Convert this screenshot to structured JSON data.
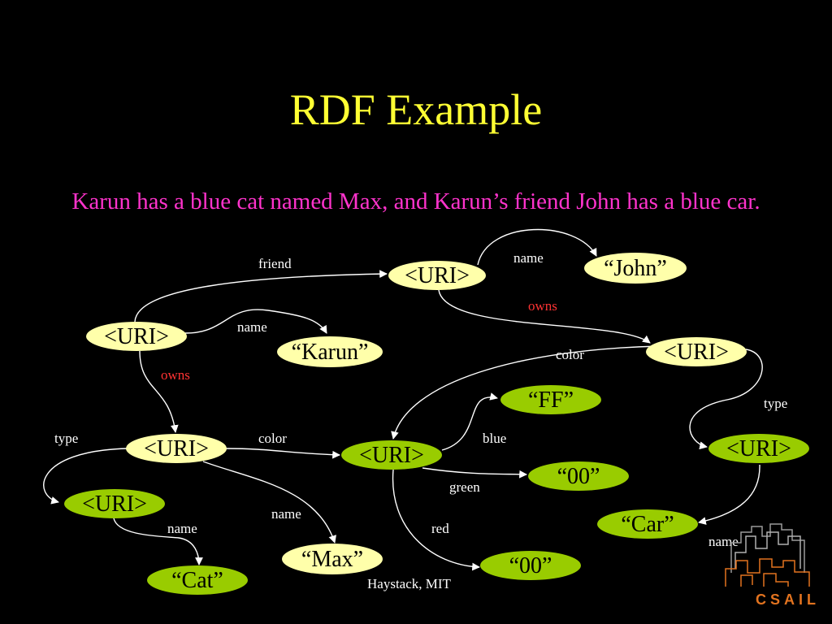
{
  "slide": {
    "title": "RDF Example",
    "subtitle": "Karun has a blue cat named Max, and Karun’s friend John has a blue car.",
    "footer": "Haystack, MIT",
    "logo_text": "CSAIL"
  },
  "colors": {
    "background": "#000000",
    "title": "#ffff33",
    "subtitle": "#ff33cc",
    "resource_node": "#ffffaa",
    "literal_node": "#99cc00",
    "edge": "#ffffff",
    "owns_label": "#ff3333",
    "logo": "#e2731f"
  },
  "nodes": [
    {
      "id": "karun",
      "label": "<URI>",
      "kind": "resource"
    },
    {
      "id": "john",
      "label": "<URI>",
      "kind": "resource"
    },
    {
      "id": "john_name",
      "label": "“John”",
      "kind": "resource"
    },
    {
      "id": "karun_name",
      "label": "“Karun”",
      "kind": "resource"
    },
    {
      "id": "car",
      "label": "<URI>",
      "kind": "resource"
    },
    {
      "id": "cat",
      "label": "<URI>",
      "kind": "resource"
    },
    {
      "id": "blue",
      "label": "<URI>",
      "kind": "literal"
    },
    {
      "id": "blue_ff",
      "label": "“FF”",
      "kind": "literal"
    },
    {
      "id": "blue_green",
      "label": "“00”",
      "kind": "literal"
    },
    {
      "id": "blue_red",
      "label": "“00”",
      "kind": "literal"
    },
    {
      "id": "car_type",
      "label": "<URI>",
      "kind": "literal"
    },
    {
      "id": "car_name",
      "label": "“Car”",
      "kind": "literal"
    },
    {
      "id": "cat_type",
      "label": "<URI>",
      "kind": "literal"
    },
    {
      "id": "cat_name",
      "label": "“Cat”",
      "kind": "literal"
    },
    {
      "id": "max_name",
      "label": "“Max”",
      "kind": "resource"
    }
  ],
  "edges": [
    {
      "from": "karun",
      "to": "john",
      "label": "friend",
      "style": "normal"
    },
    {
      "from": "john",
      "to": "john_name",
      "label": "name",
      "style": "normal"
    },
    {
      "from": "john",
      "to": "car",
      "label": "owns",
      "style": "owns"
    },
    {
      "from": "karun",
      "to": "karun_name",
      "label": "name",
      "style": "normal"
    },
    {
      "from": "karun",
      "to": "cat",
      "label": "owns",
      "style": "owns"
    },
    {
      "from": "car",
      "to": "blue",
      "label": "color",
      "style": "normal"
    },
    {
      "from": "car",
      "to": "car_type",
      "label": "type",
      "style": "normal"
    },
    {
      "from": "cat",
      "to": "cat_type",
      "label": "type",
      "style": "normal"
    },
    {
      "from": "cat",
      "to": "blue",
      "label": "color",
      "style": "normal"
    },
    {
      "from": "cat",
      "to": "max_name",
      "label": "name",
      "style": "normal"
    },
    {
      "from": "cat_type",
      "to": "cat_name",
      "label": "name",
      "style": "normal"
    },
    {
      "from": "blue",
      "to": "blue_ff",
      "label": "blue",
      "style": "normal"
    },
    {
      "from": "blue",
      "to": "blue_green",
      "label": "green",
      "style": "normal"
    },
    {
      "from": "blue",
      "to": "blue_red",
      "label": "red",
      "style": "normal"
    },
    {
      "from": "car_type",
      "to": "car_name",
      "label": "name",
      "style": "normal"
    }
  ]
}
